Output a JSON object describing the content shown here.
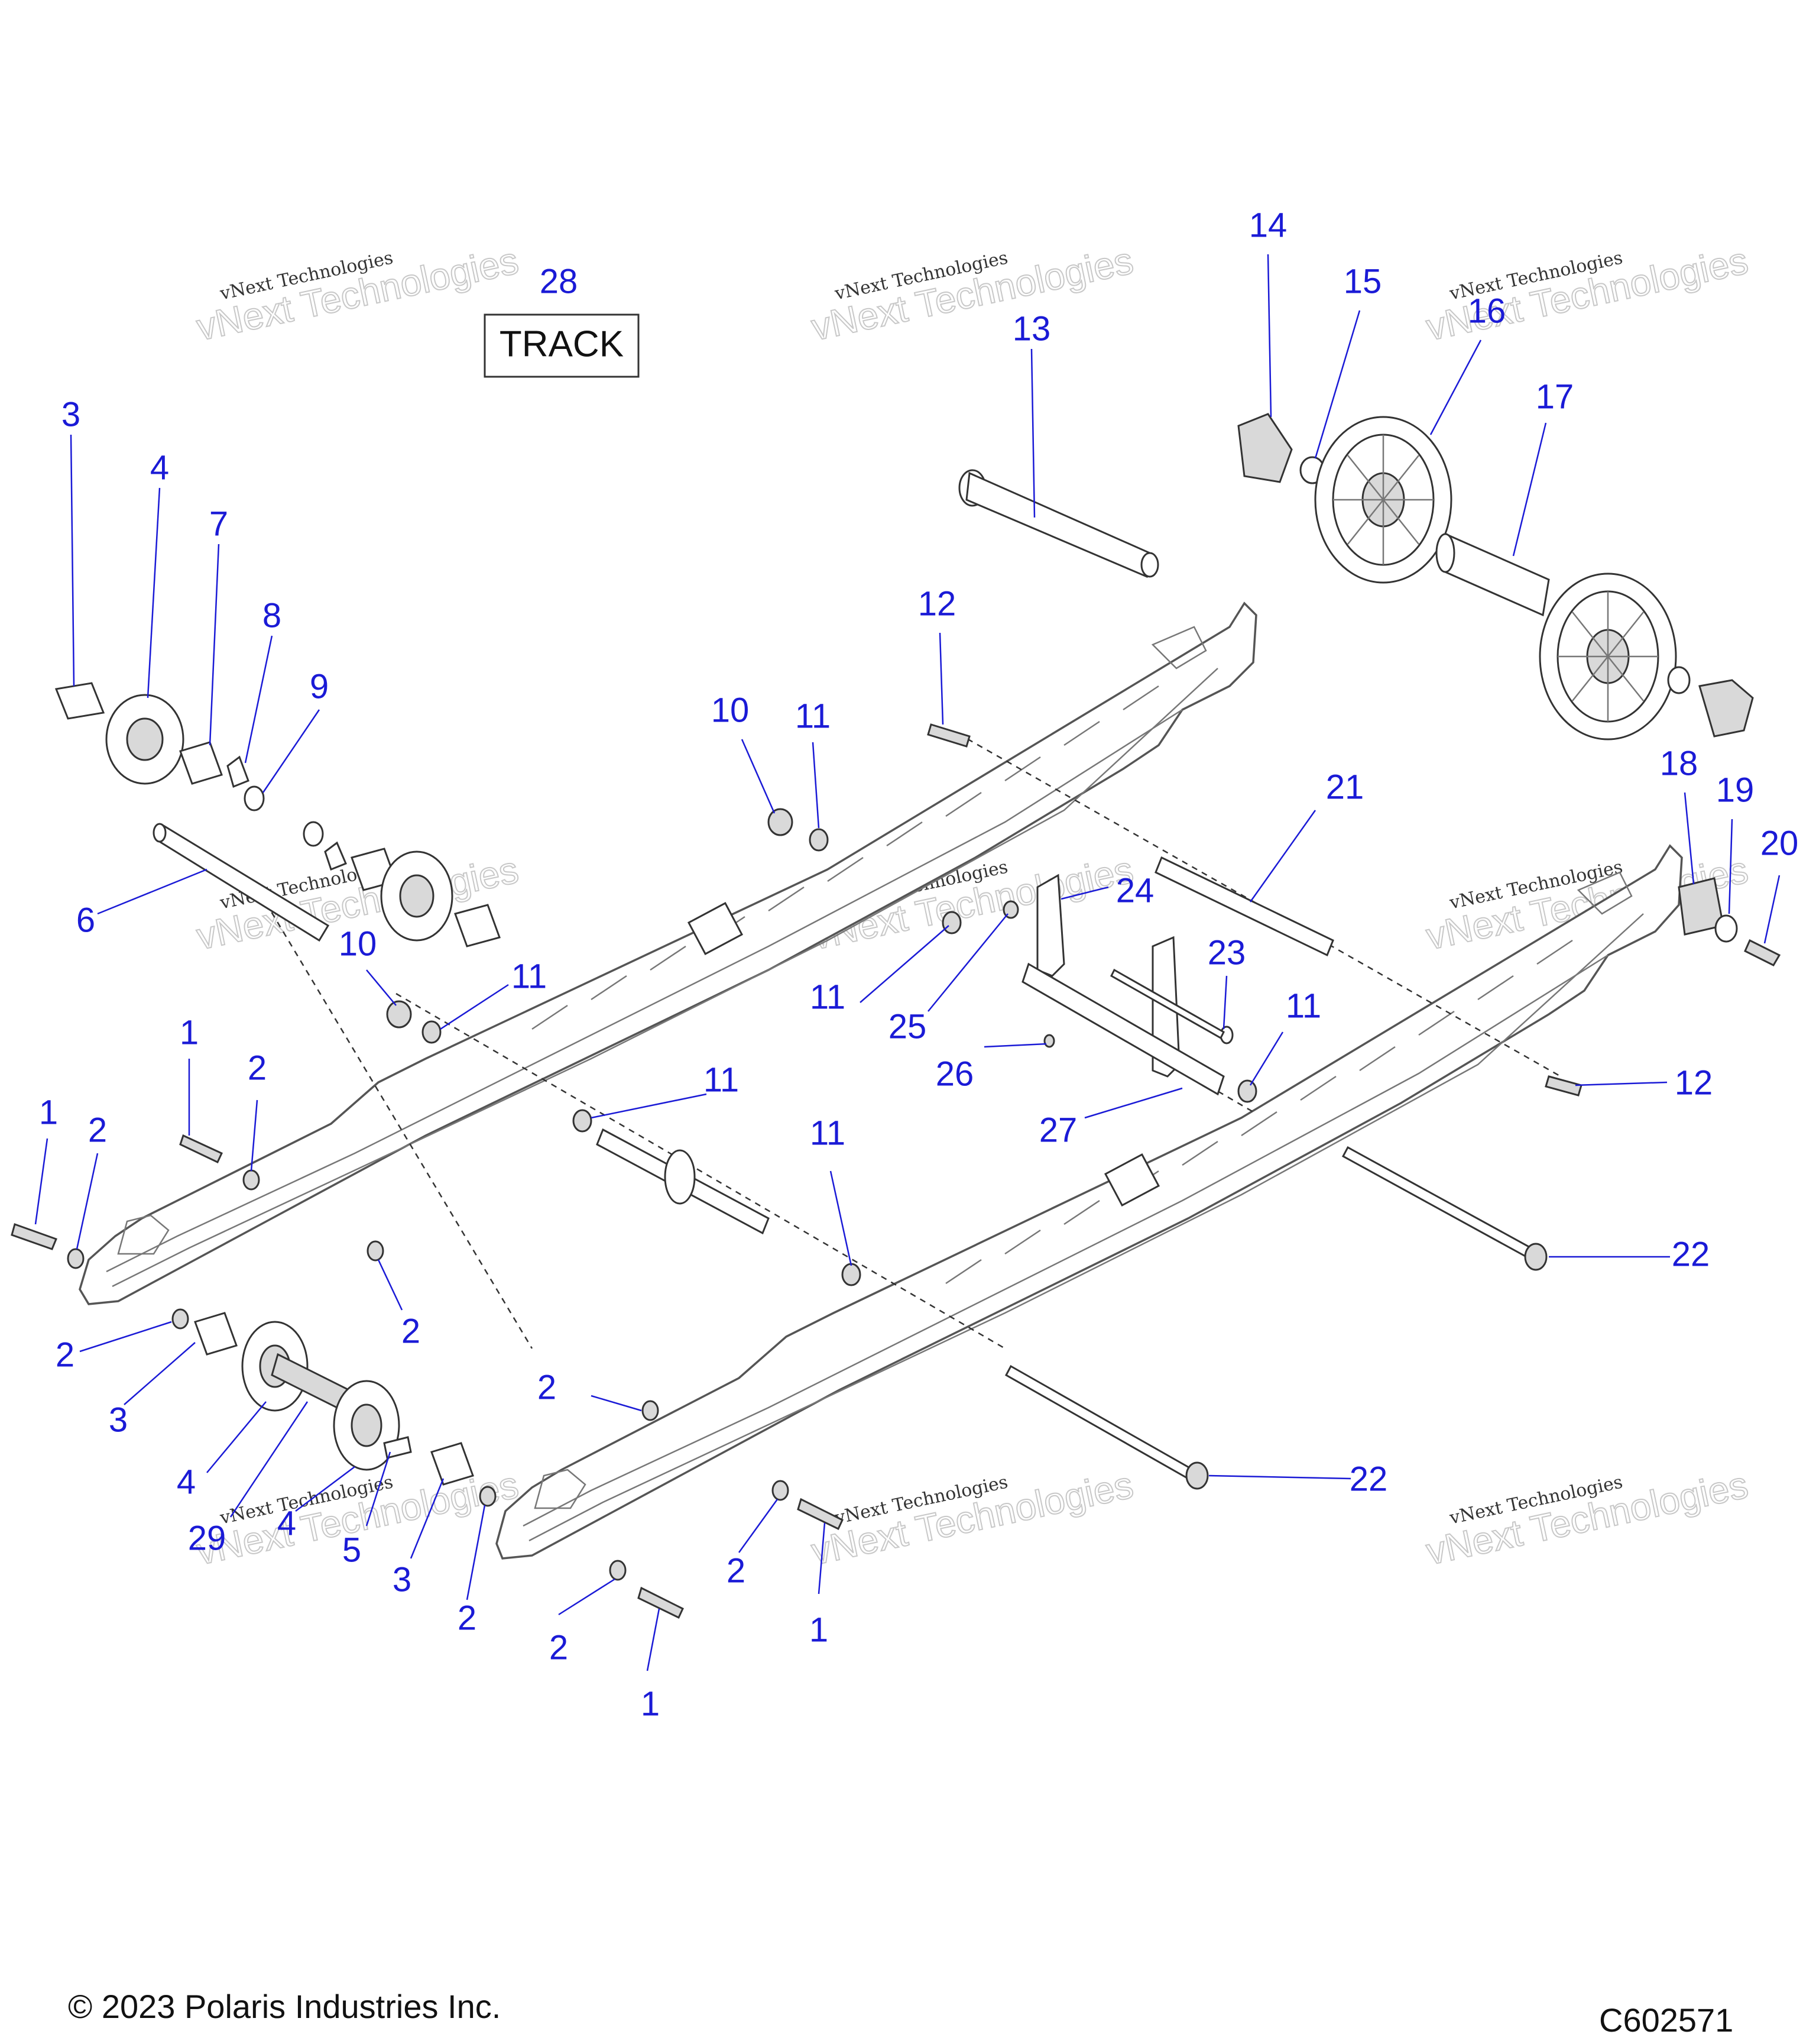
{
  "diagram": {
    "box_number": "28",
    "box_text": "TRACK",
    "watermark_small": "vNext Technologies",
    "watermark_big": "vNext Technologies",
    "copyright": "© 2023 Polaris Industries Inc.",
    "diagram_code": "C602571"
  },
  "callouts": {
    "c1": "1",
    "c2": "2",
    "c3": "3",
    "c4": "4",
    "c5": "5",
    "c6": "6",
    "c7": "7",
    "c8": "8",
    "c9": "9",
    "c10": "10",
    "c11": "11",
    "c12": "12",
    "c13": "13",
    "c14": "14",
    "c15": "15",
    "c16": "16",
    "c17": "17",
    "c18": "18",
    "c19": "19",
    "c20": "20",
    "c21": "21",
    "c22": "22",
    "c23": "23",
    "c24": "24",
    "c25": "25",
    "c26": "26",
    "c27": "27",
    "c29": "29"
  },
  "colors": {
    "callout": "#1a1ad6",
    "line": "#333333"
  }
}
